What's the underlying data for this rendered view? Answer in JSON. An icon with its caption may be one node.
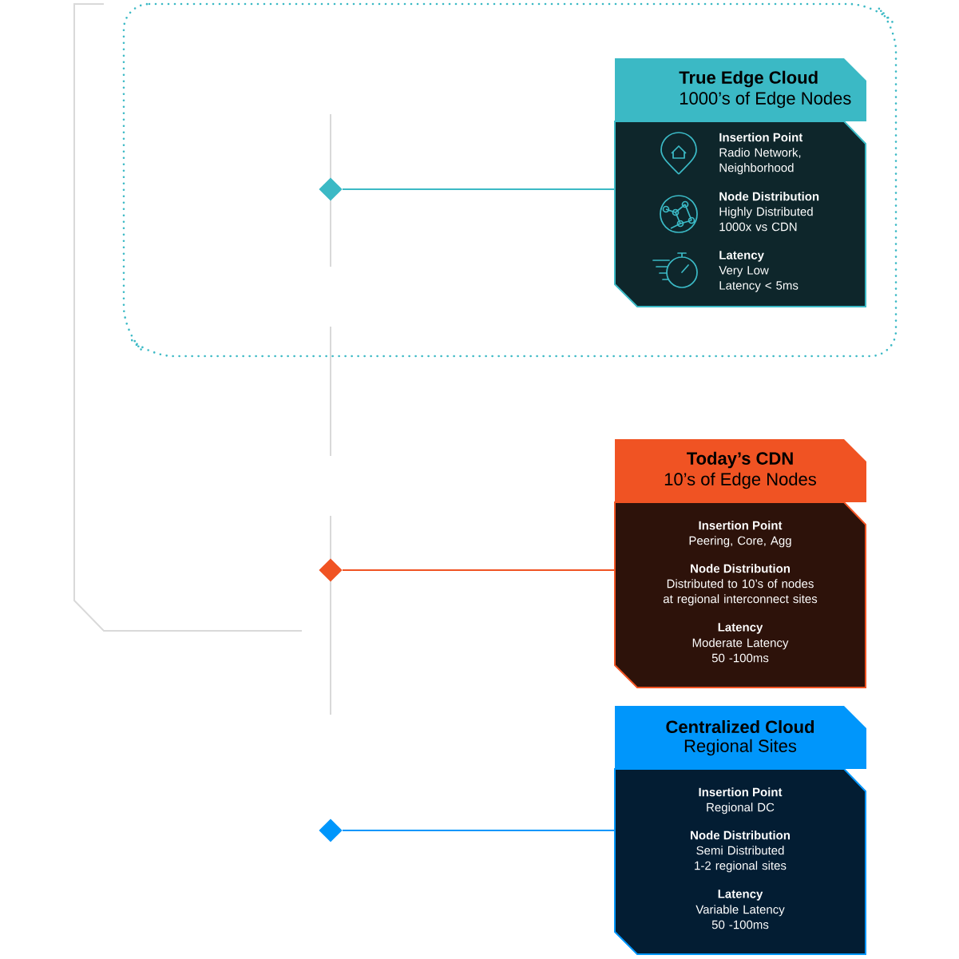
{
  "diagram": {
    "nodes": [
      {
        "text": [],
        "shape": "diamond"
      },
      {
        "text": [
          "True Edge Cloud",
          "1000’s of Edge Nodes",
          "Insertion Point",
          "Radio Network, Neighborhood",
          "Node Distribution",
          "Highly Distributed 1000x vs CDN",
          "Latency",
          "Very Low Latency < 5ms"
        ]
      },
      {
        "text": [],
        "shape": "diamond"
      },
      {
        "text": [
          "Today’s CDN",
          "10’s of Edge Nodes",
          "Insertion Point",
          "Peering, Core, Agg",
          "Node Distribution",
          "Distributed to 10’s of nodes at regional interconnect sites",
          "Latency",
          "Moderate Latency 50 -100ms"
        ]
      },
      {
        "text": [],
        "shape": "diamond"
      },
      {
        "text": [
          "Centralized Cloud",
          "Regional Sites",
          "Insertion Point",
          "Regional DC",
          "Node Distribution",
          "Semi Distributed 1-2 regional sites",
          "Latency",
          "Variable Latency 50 -100ms"
        ]
      }
    ],
    "edges": [
      {
        "from": 0,
        "to": 1,
        "arrow": "none",
        "color": "#3bb9c5"
      },
      {
        "from": 2,
        "to": 3,
        "arrow": "none",
        "color": "#f05323"
      },
      {
        "from": 4,
        "to": 5,
        "arrow": "none",
        "color": "#0096fb"
      }
    ]
  }
}
